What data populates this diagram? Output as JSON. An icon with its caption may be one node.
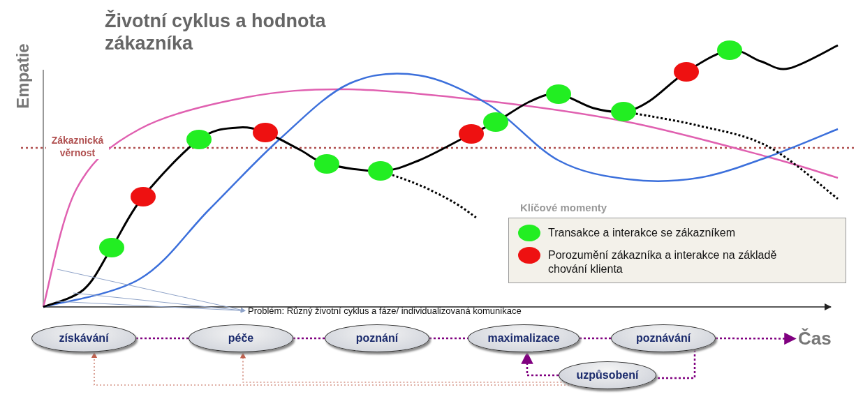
{
  "diagram": {
    "title": "Životní cyklus a hodnota zákazníka",
    "nodes": [
      {
        "text": [
          "získávání"
        ]
      },
      {
        "text": [
          "péče"
        ]
      },
      {
        "text": [
          "poznání"
        ]
      },
      {
        "text": [
          "maximalizace"
        ]
      },
      {
        "text": [
          "poznávání"
        ]
      },
      {
        "text": [
          "uzpůsobení"
        ]
      },
      {
        "text": [
          "Čas"
        ]
      },
      {
        "text": [
          "Problém: Různý životní cyklus a fáze/ individualizovaná komunikace"
        ]
      }
    ],
    "edges": [
      {
        "from": 0,
        "to": 1,
        "arrow": "none",
        "style": "dashed"
      },
      {
        "from": 1,
        "to": 2,
        "arrow": "none",
        "style": "dashed"
      },
      {
        "from": 2,
        "to": 3,
        "arrow": "none",
        "style": "dashed"
      },
      {
        "from": 3,
        "to": 4,
        "arrow": "none",
        "style": "dashed"
      },
      {
        "from": 4,
        "to": 6,
        "arrow": "to",
        "style": "dashed"
      },
      {
        "from": 4,
        "to": 5,
        "arrow": "none",
        "style": "dashed"
      },
      {
        "from": 5,
        "to": 3,
        "arrow": "to",
        "style": "dashed"
      },
      {
        "from": 5,
        "to": 1,
        "arrow": "to",
        "style": "dashed",
        "color": "#c0604d"
      },
      {
        "from": 5,
        "to": 0,
        "arrow": "to",
        "style": "dashed",
        "color": "#c0604d"
      },
      {
        "from": null,
        "to": 7,
        "arrow": "to",
        "color": "#8fa3c8"
      },
      {
        "from": null,
        "to": 7,
        "arrow": "to",
        "color": "#8fa3c8"
      },
      {
        "from": null,
        "to": 7,
        "arrow": "to",
        "color": "#8fa3c8"
      }
    ],
    "labels": [
      "Empatie",
      "Zákaznická věrnost",
      "Klíčové momenty"
    ],
    "legend": [
      {
        "text": "Transakce a interakce se zákazníkem",
        "color": "#22ee22"
      },
      {
        "text": "Porozumění zákazníka a interakce na základě chování klienta",
        "color": "#ee1111"
      }
    ]
  }
}
